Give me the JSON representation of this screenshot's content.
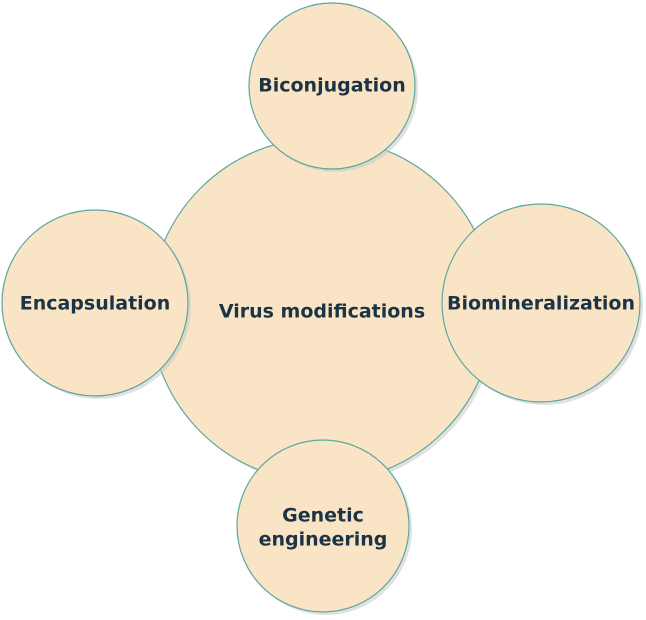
{
  "colors": {
    "node_fill": "#fae4c6",
    "node_stroke": "#5aa89e",
    "text": "#1c3345"
  },
  "center": {
    "label": "Virus modifications"
  },
  "satellites": [
    {
      "id": "biconjugation",
      "lines": [
        "Biconjugation"
      ]
    },
    {
      "id": "encapsulation",
      "lines": [
        "Encapsulation"
      ]
    },
    {
      "id": "biomineralization",
      "lines": [
        "Biomineralization"
      ]
    },
    {
      "id": "genetic-engineering",
      "lines": [
        "Genetic",
        "engineering"
      ]
    }
  ]
}
